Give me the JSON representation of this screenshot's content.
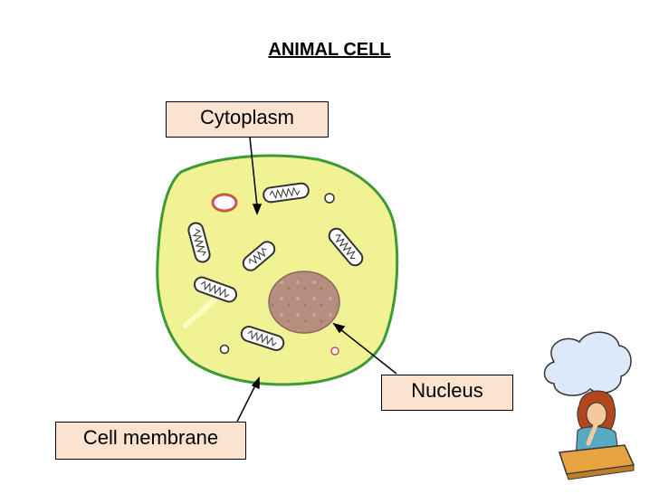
{
  "title": "ANIMAL CELL",
  "labels": {
    "cytoplasm": "Cytoplasm",
    "nucleus": "Nucleus",
    "cell_membrane": "Cell membrane"
  },
  "colors": {
    "cytoplasm_fill": "#f0f294",
    "membrane_stroke": "#3d9a34",
    "nucleus_fill": "#b58e80",
    "label_fill": "#fbe3cf",
    "vacuole_stroke": "#c8564a"
  },
  "icons": {
    "thinking_student": "thinking-student-icon"
  }
}
